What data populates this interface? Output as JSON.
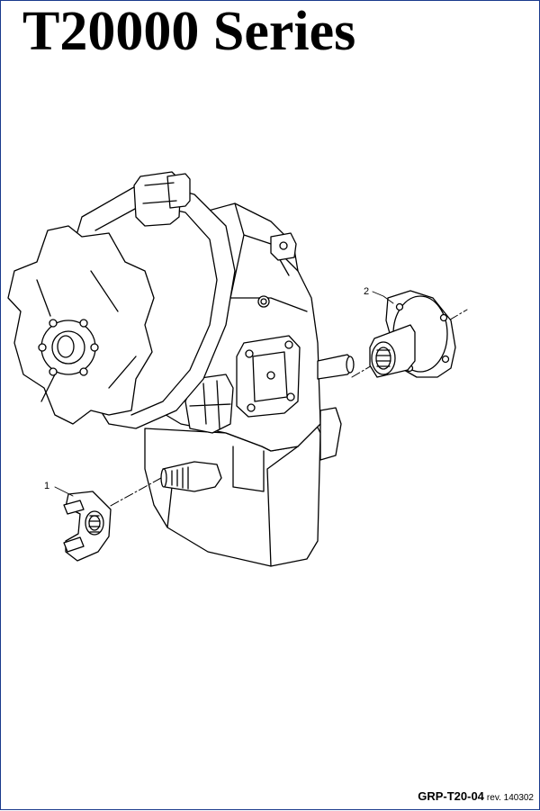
{
  "title": "T20000 Series",
  "callouts": [
    {
      "label": "1",
      "part": "yoke"
    },
    {
      "label": "2",
      "part": "companion-flange"
    }
  ],
  "footer": {
    "code": "GRP-T20-04",
    "revision": "rev. 140302"
  },
  "colors": {
    "border": "#1a3a8c",
    "line": "#000000",
    "background": "#ffffff"
  }
}
